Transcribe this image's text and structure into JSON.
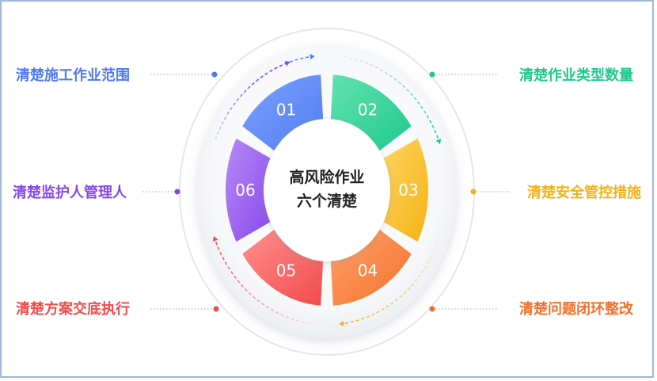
{
  "center": {
    "line1": "高风险作业",
    "line2": "六个清楚"
  },
  "segments": [
    {
      "num": "01",
      "label": "清楚施工作业范围",
      "color": "#4f7bf3",
      "colorLight": "#7ea3fb"
    },
    {
      "num": "02",
      "label": "清楚作业类型数量",
      "color": "#1fc98c",
      "colorLight": "#63e2b0"
    },
    {
      "num": "03",
      "label": "清楚安全管控措施",
      "color": "#f3b214",
      "colorLight": "#ffd563"
    },
    {
      "num": "04",
      "label": "清楚问题闭环整改",
      "color": "#f3702c",
      "colorLight": "#ffa26a"
    },
    {
      "num": "05",
      "label": "清楚方案交底执行",
      "color": "#f24b4b",
      "colorLight": "#ff8f8f"
    },
    {
      "num": "06",
      "label": "清楚监护人管理人",
      "color": "#8747ea",
      "colorLight": "#b88af7"
    }
  ]
}
